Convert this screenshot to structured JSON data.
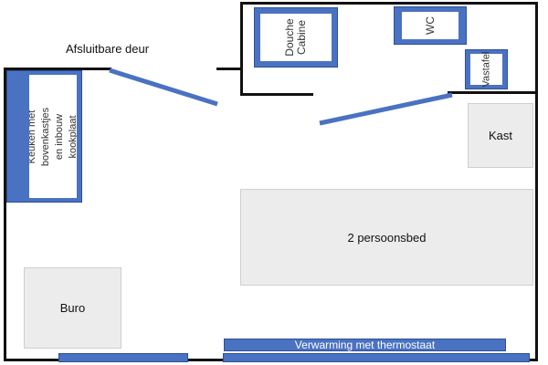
{
  "floorplan": {
    "door_label": "Afsluitbare deur",
    "rooms": {
      "shower": "Douche Cabine",
      "wc": "WC",
      "sink": "Vastafel",
      "kitchen": "Keuken met bovenkastjes en inbouw kookplaat",
      "wardrobe": "Kast",
      "bed": "2 persoonsbed",
      "desk": "Buro",
      "heating": "Verwarming met thermostaat"
    },
    "colors": {
      "furniture_blue": "#4a72c2",
      "furniture_gray": "#ececec",
      "wall": "#111111"
    }
  }
}
